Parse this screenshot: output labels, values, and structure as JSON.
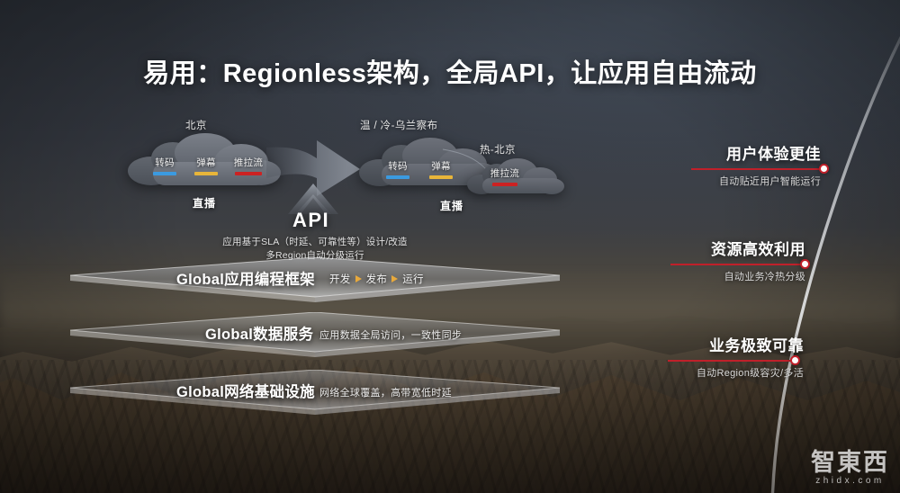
{
  "slide": {
    "title": "易用：Regionless架构，全局API，让应用自由流动",
    "background_top_color": "#2d323a",
    "background_bottom_color": "#241f1a"
  },
  "source_region": {
    "name": "北京",
    "service_label": "直播",
    "chips": [
      {
        "text": "转码",
        "color": "#3b9ae0"
      },
      {
        "text": "弹幕",
        "color": "#e8b53a"
      },
      {
        "text": "推拉流",
        "color": "#cc2222"
      }
    ]
  },
  "migration_arrow": {
    "icon": "right-arrow-icon"
  },
  "target_regions": {
    "service_label": "直播",
    "primary": {
      "name": "温 / 冷-乌兰察布",
      "chips": [
        {
          "text": "转码",
          "color": "#3b9ae0"
        },
        {
          "text": "弹幕",
          "color": "#e8b53a"
        }
      ]
    },
    "secondary": {
      "name": "热-北京",
      "chips": [
        {
          "text": "推拉流",
          "color": "#cc2222"
        }
      ]
    }
  },
  "api": {
    "icon": "up-chevron-icon",
    "label": "API",
    "note_line1": "应用基于SLA（时延、可靠性等）设计/改造",
    "note_line2": "多Region自动分级运行"
  },
  "platform_layers": [
    {
      "title": "Global应用编程框架",
      "subtitle": "",
      "flow": [
        "开发",
        "发布",
        "运行"
      ],
      "flow_arrow_color": "#e8a93c"
    },
    {
      "title": "Global数据服务",
      "subtitle": "应用数据全局访问，一致性同步",
      "flow": [],
      "flow_arrow_color": ""
    },
    {
      "title": "Global网络基础设施",
      "subtitle": "网络全球覆盖，高带宽低时延",
      "flow": [],
      "flow_arrow_color": ""
    }
  ],
  "benefits": [
    {
      "title": "用户体验更佳",
      "subtitle": "自动贴近用户智能运行",
      "accent": "#c0202a"
    },
    {
      "title": "资源高效利用",
      "subtitle": "自动业务冷热分级",
      "accent": "#c0202a"
    },
    {
      "title": "业务极致可靠",
      "subtitle": "自动Region级容灾/多活",
      "accent": "#c0202a"
    }
  ],
  "watermark": {
    "cn": "智東西",
    "en": "zhidx.com"
  }
}
